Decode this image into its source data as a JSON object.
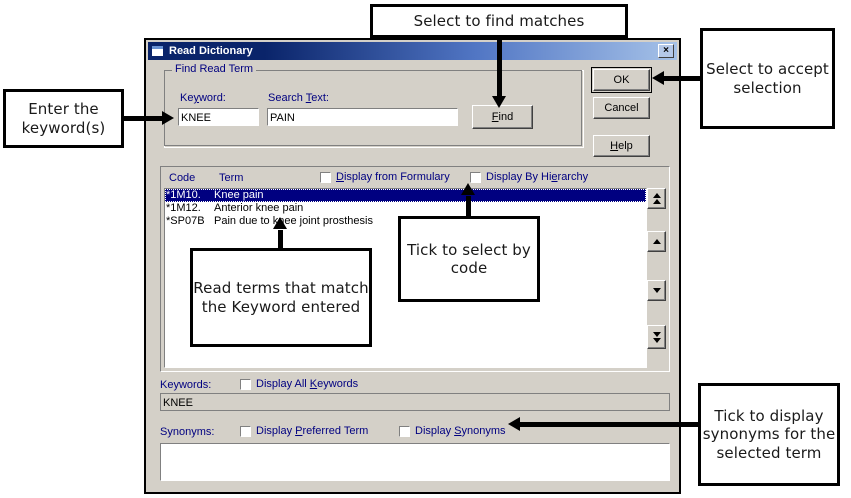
{
  "dialog": {
    "title": "Read Dictionary",
    "close_label": "×",
    "icon": "window-icon"
  },
  "group": {
    "legend": "Find Read Term",
    "keyword_label": "Keyword:",
    "keyword_label_pre": "Ke",
    "keyword_label_accel": "y",
    "keyword_label_post": "word:",
    "keyword_value": "KNEE",
    "searchtext_label_pre": "Search ",
    "searchtext_label_accel": "T",
    "searchtext_label_post": "ext:",
    "searchtext_value": "PAIN",
    "find_pre": "",
    "find_accel": "F",
    "find_post": "ind"
  },
  "buttons": {
    "ok": "OK",
    "cancel": "Cancel",
    "help_pre": "",
    "help_accel": "H",
    "help_post": "elp"
  },
  "list": {
    "col_code": "Code",
    "col_term": "Term",
    "checkbox_formulary_pre": "",
    "checkbox_formulary_accel": "D",
    "checkbox_formulary_post": "isplay from Formulary",
    "checkbox_formulary_checked": false,
    "checkbox_hierarchy_pre": "Display By Hi",
    "checkbox_hierarchy_accel": "e",
    "checkbox_hierarchy_post": "rarchy",
    "checkbox_hierarchy_checked": false,
    "rows": [
      {
        "code": "*1M10.",
        "term": "Knee pain",
        "selected": true
      },
      {
        "code": "*1M12.",
        "term": "Anterior knee pain",
        "selected": false
      },
      {
        "code": "*SP07B",
        "term": "Pain due to knee joint prosthesis",
        "selected": false
      }
    ]
  },
  "keywords": {
    "label": "Keywords:",
    "checkbox_pre": "Display All ",
    "checkbox_accel": "K",
    "checkbox_post": "eywords",
    "checkbox_checked": false,
    "value": "KNEE"
  },
  "synonyms": {
    "label": "Synonyms:",
    "preferred_pre": "Display ",
    "preferred_accel": "P",
    "preferred_post": "referred Term",
    "preferred_checked": false,
    "synonyms_pre": "Display ",
    "synonyms_accel": "S",
    "synonyms_post": "ynonyms",
    "synonyms_checked": false,
    "value": ""
  },
  "annotations": {
    "keyword_note": "Enter the keyword(s)",
    "find_note": "Select to find matches",
    "ok_note": "Select to accept selection",
    "terms_note": "Read terms that match the Keyword entered",
    "code_note": "Tick to select by code",
    "synonyms_note": "Tick to display synonyms for the selected term"
  },
  "colors": {
    "titlebar": "#0a246a",
    "face": "#d4d0c8",
    "label": "#000080",
    "selection": "#000080",
    "annotation_border": "#000000"
  }
}
